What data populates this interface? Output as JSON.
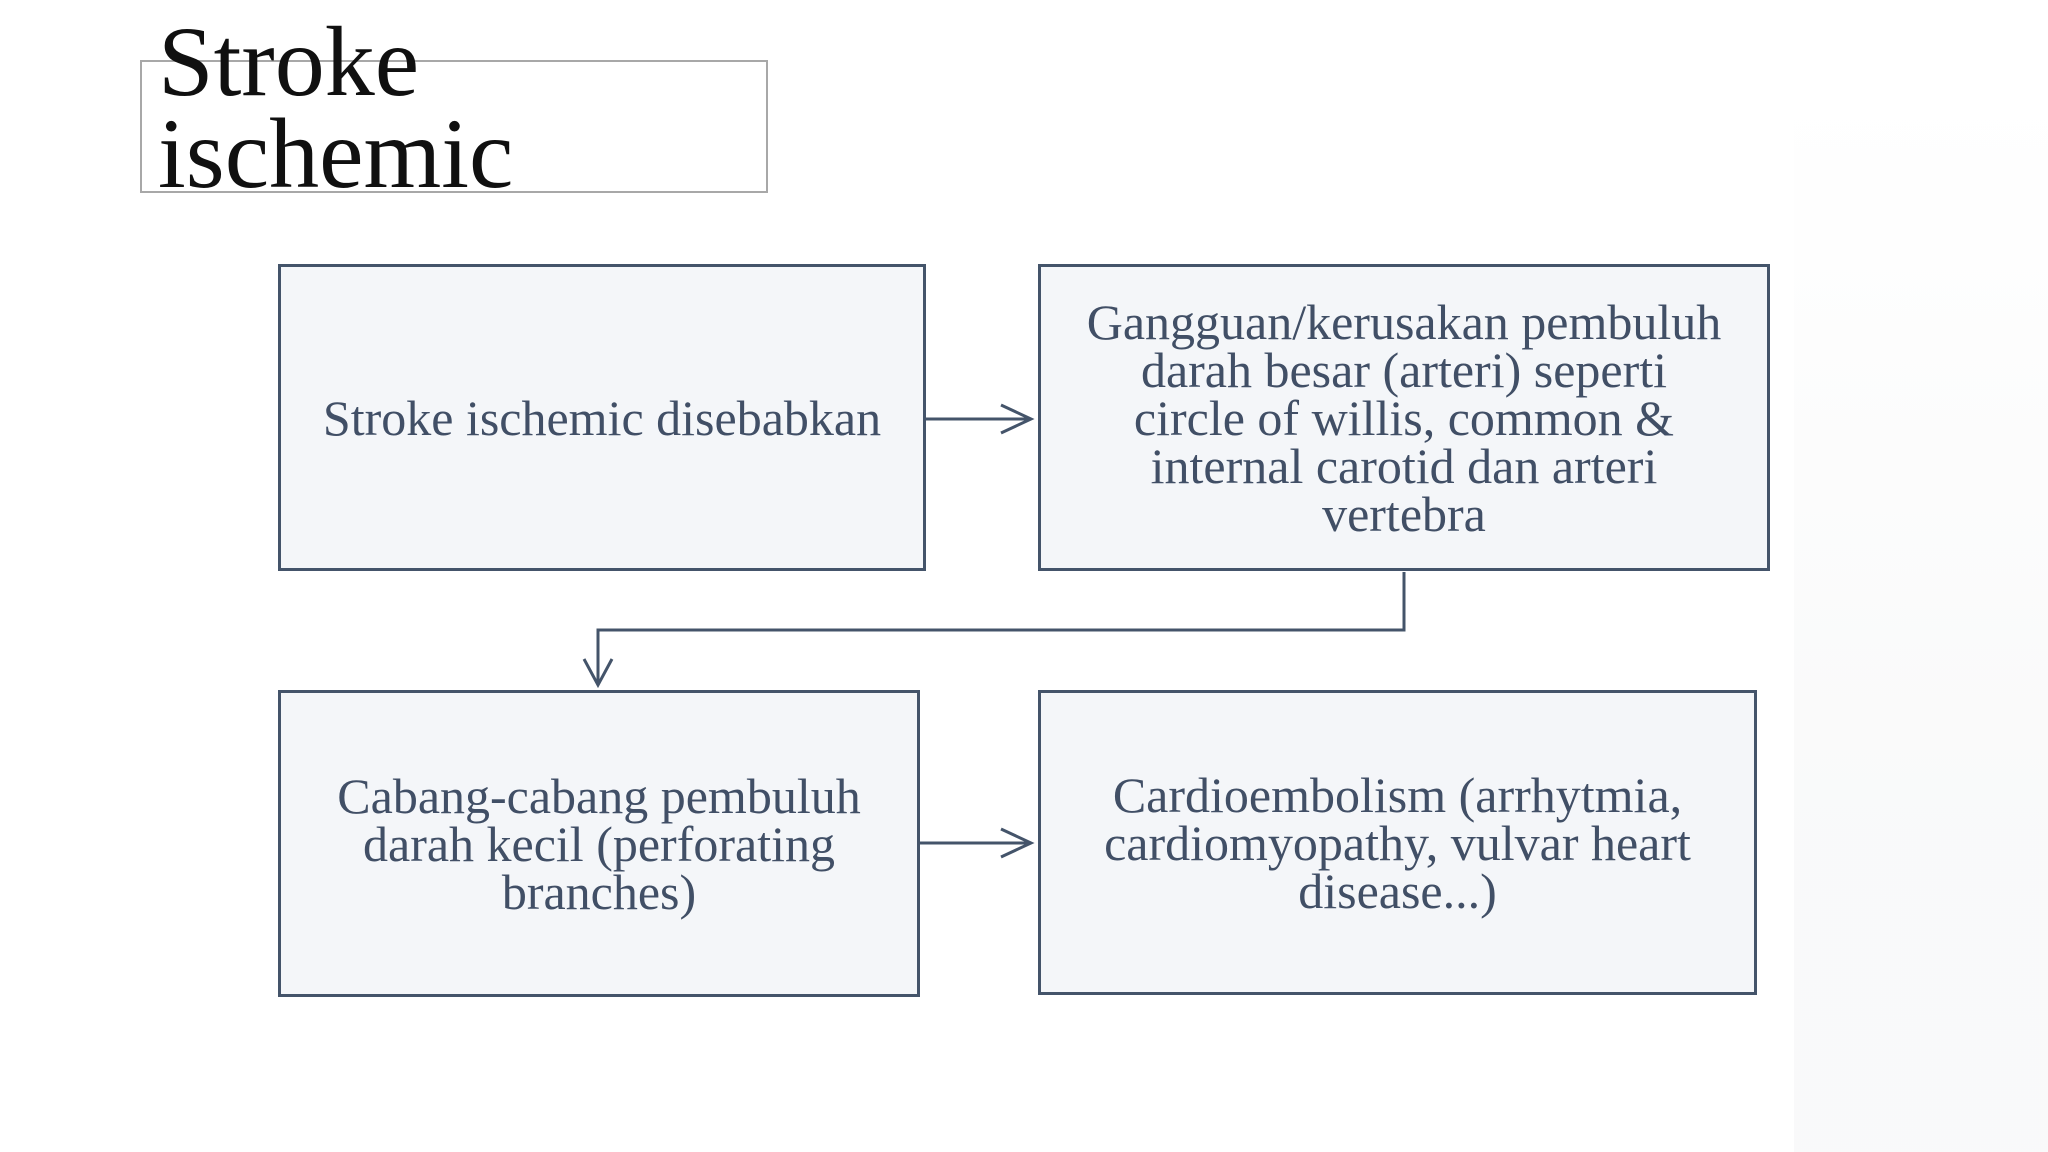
{
  "slide": {
    "title": "Stroke\nischemic"
  },
  "flowchart": {
    "boxes": [
      {
        "id": "cause",
        "text": "Stroke ischemic disebabkan"
      },
      {
        "id": "large-vessel",
        "text": "Gangguan/kerusakan pembuluh\ndarah besar (arteri) seperti\ncircle of willis, common &\ninternal carotid dan arteri\nvertebra"
      },
      {
        "id": "small-vessel",
        "text": "Cabang-cabang pembuluh\ndarah kecil (perforating\nbranches)"
      },
      {
        "id": "cardioembolism",
        "text": "Cardioembolism (arrhytmia,\ncardiomyopathy, vulvar heart\ndisease...)"
      }
    ],
    "connectors": [
      {
        "from": "cause",
        "to": "large-vessel",
        "type": "straight-arrow"
      },
      {
        "from": "large-vessel",
        "to": "small-vessel",
        "type": "elbow-arrow"
      },
      {
        "from": "small-vessel",
        "to": "cardioembolism",
        "type": "straight-arrow"
      }
    ]
  },
  "colors": {
    "accent": "#44546A",
    "box_fill": "#f4f6f9",
    "box_text": "#414f66",
    "title_text": "#101010",
    "title_box_border": "#a8a8a8",
    "background": "#ffffff"
  }
}
